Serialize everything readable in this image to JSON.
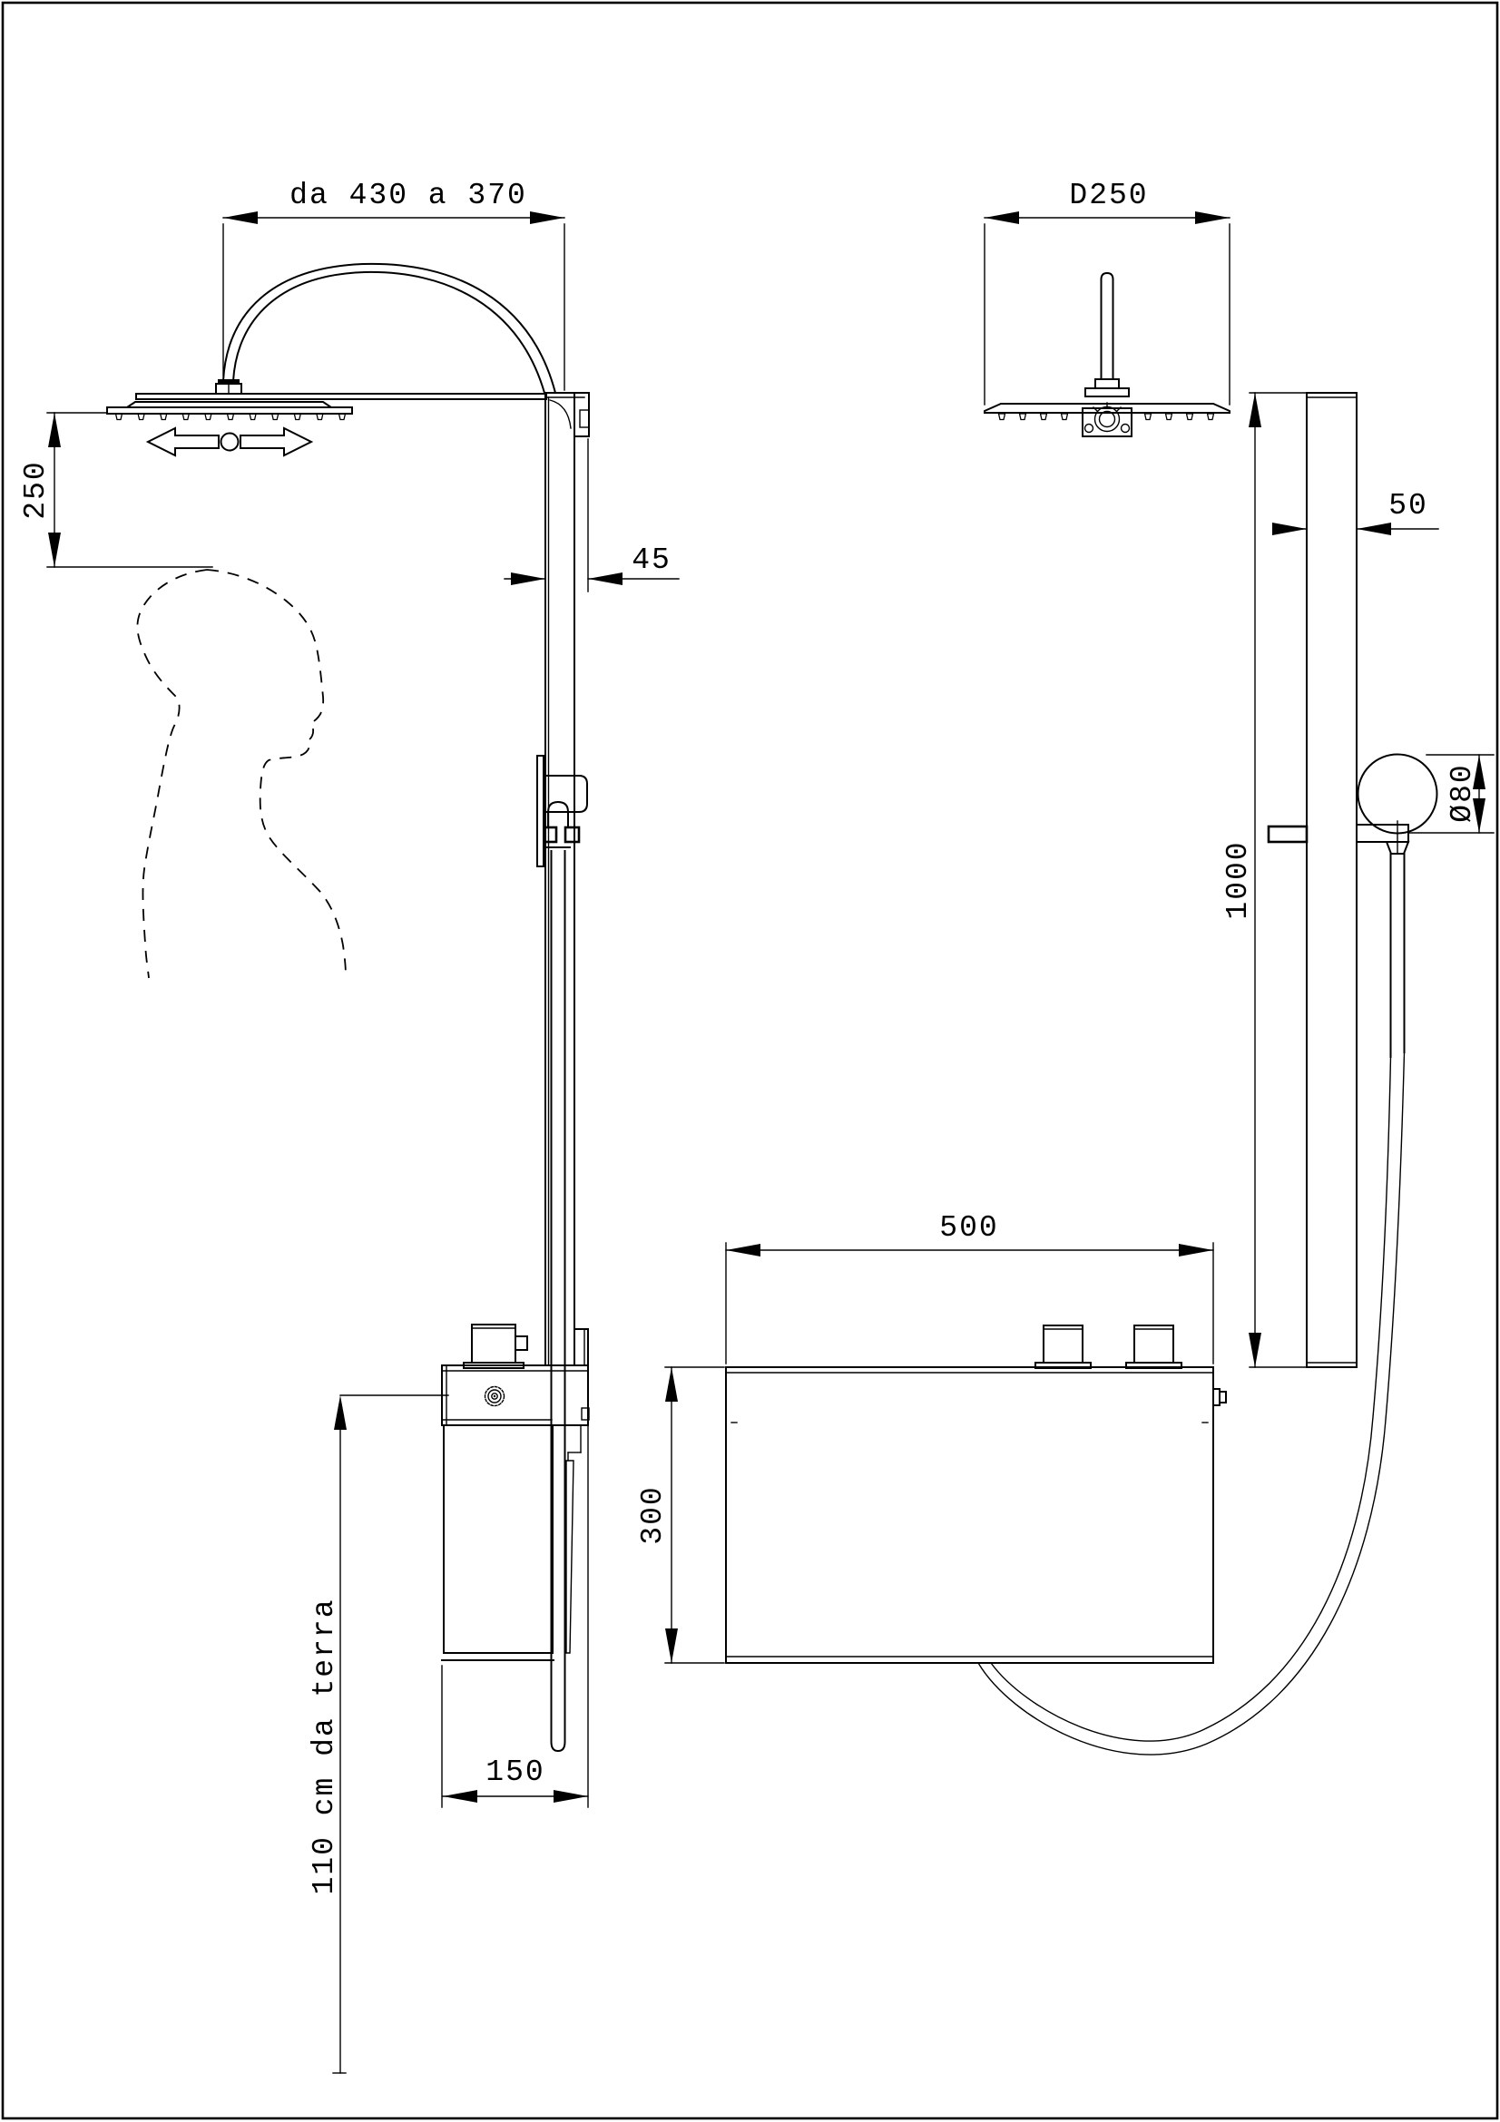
{
  "dimensions": {
    "arm_reach": "da 430 a 370",
    "head_clearance": "250",
    "column_depth": "45",
    "head_diameter": "D250",
    "rail_width": "50",
    "rail_length": "1000",
    "handshower_diameter": "Ø80",
    "unit_width": "500",
    "unit_height": "300",
    "unit_depth": "150",
    "mounting_height": "110 cm da terra"
  }
}
